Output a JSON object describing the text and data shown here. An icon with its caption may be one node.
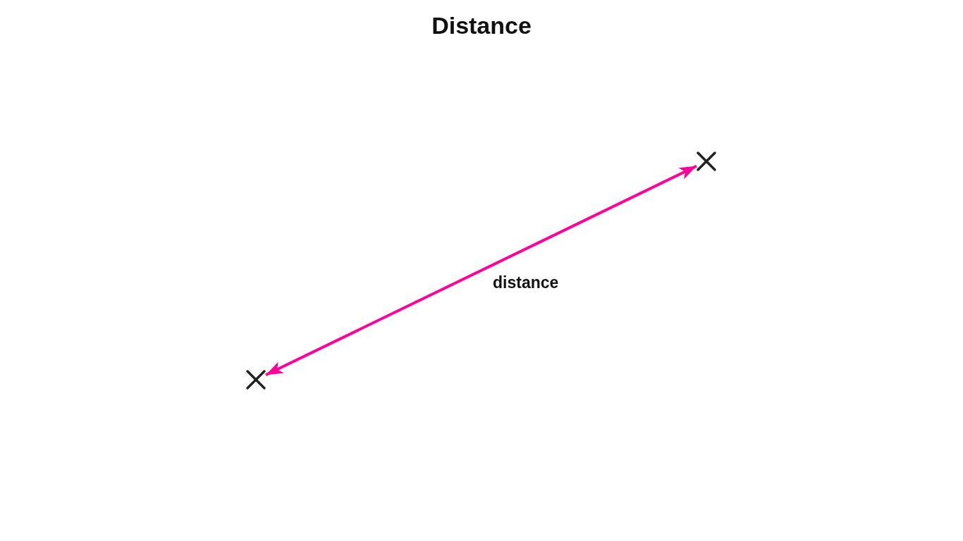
{
  "diagram": {
    "title": "Distance",
    "nodes": [
      {
        "text": [],
        "shape": "cross"
      },
      {
        "text": [],
        "shape": "cross"
      }
    ],
    "edges": [
      {
        "from": 0,
        "to": 1,
        "arrow": "both",
        "label": "distance",
        "color": "#ff0099"
      }
    ]
  }
}
